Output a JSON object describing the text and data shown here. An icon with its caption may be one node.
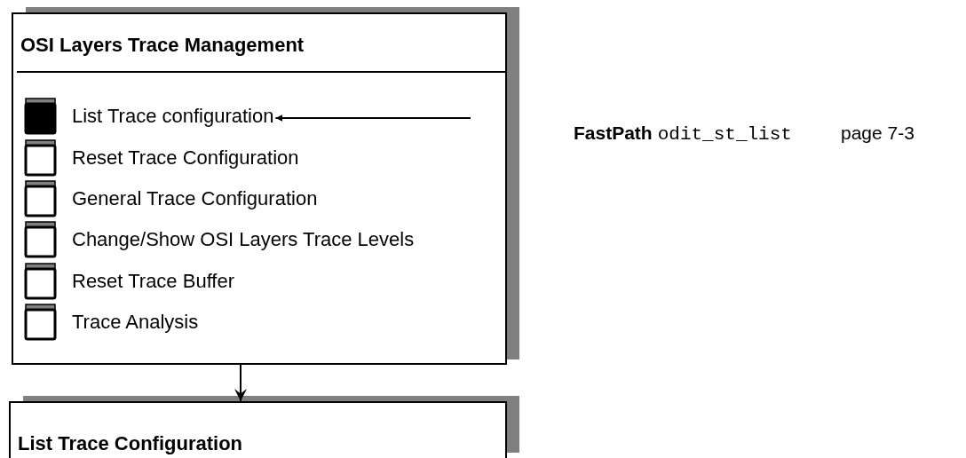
{
  "diagram": {
    "nodes": [
      {
        "text": [
          "OSI Layers Trace Management"
        ]
      },
      {
        "text": [
          "List Trace configuration"
        ],
        "in": 0
      },
      {
        "text": [
          "Reset Trace Configuration"
        ],
        "in": 0
      },
      {
        "text": [
          "General Trace Configuration"
        ],
        "in": 0
      },
      {
        "text": [
          "Change/Show OSI Layers Trace Levels"
        ],
        "in": 0
      },
      {
        "text": [
          "Reset Trace Buffer"
        ],
        "in": 0
      },
      {
        "text": [
          "Trace Analysis"
        ],
        "in": 0
      },
      {
        "text": [
          "List Trace Configuration"
        ]
      },
      {
        "text": [
          "FastPath",
          "odit_st_list"
        ],
        "beside": [
          "page 7-3"
        ]
      }
    ],
    "edges": [
      {
        "from": 0,
        "to": 7,
        "arrow": "to"
      },
      {
        "from": null,
        "to": 1,
        "arrow": "to"
      }
    ]
  }
}
